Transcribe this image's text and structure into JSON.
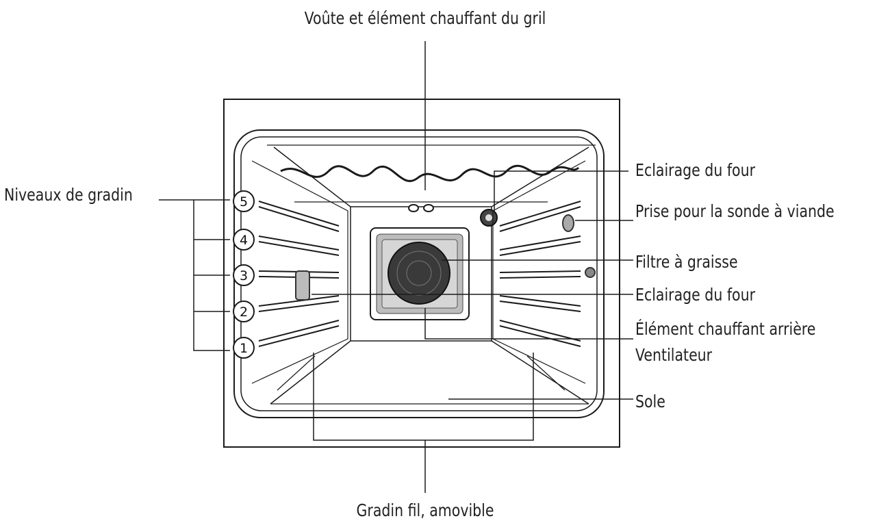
{
  "labels": {
    "top": "Voûte et élément chauffant du gril",
    "rack_levels": "Niveaux de gradin",
    "light_top": "Eclairage du four",
    "probe_socket": "Prise pour la sonde à viande",
    "grease_filter": "Filtre à graisse",
    "light_mid": "Eclairage du four",
    "rear_element": "Élément chauffant arrière",
    "fan": "Ventilateur",
    "floor": "Sole",
    "bottom": "Gradin fil, amovible"
  },
  "levels": [
    "5",
    "4",
    "3",
    "2",
    "1"
  ]
}
